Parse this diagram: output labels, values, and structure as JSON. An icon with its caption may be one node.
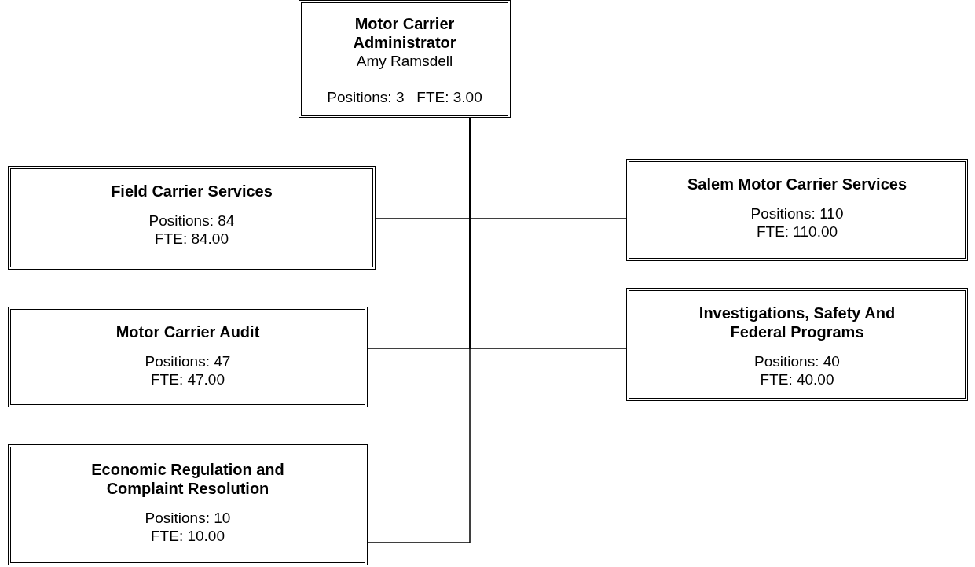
{
  "diagram": {
    "nodes": [
      {
        "text": [
          "Motor Carrier Administrator",
          "Amy Ramsdell",
          "Positions: 3   FTE: 3.00"
        ]
      },
      {
        "text": [
          "Field Carrier Services",
          "Positions: 84",
          "FTE: 84.00"
        ]
      },
      {
        "text": [
          "Salem Motor Carrier Services",
          "Positions: 110",
          "FTE: 110.00"
        ]
      },
      {
        "text": [
          "Motor Carrier Audit",
          "Positions: 47",
          "FTE: 47.00"
        ]
      },
      {
        "text": [
          "Investigations, Safety And Federal Programs",
          "Positions: 40",
          "FTE: 40.00"
        ]
      },
      {
        "text": [
          "Economic Regulation and Complaint Resolution",
          "Positions: 10",
          "FTE: 10.00"
        ]
      }
    ],
    "edges": [
      {
        "from": 0,
        "to": 1,
        "arrow": "none"
      },
      {
        "from": 0,
        "to": 2,
        "arrow": "none"
      },
      {
        "from": 0,
        "to": 3,
        "arrow": "none"
      },
      {
        "from": 0,
        "to": 4,
        "arrow": "none"
      },
      {
        "from": 0,
        "to": 5,
        "arrow": "none"
      }
    ]
  }
}
